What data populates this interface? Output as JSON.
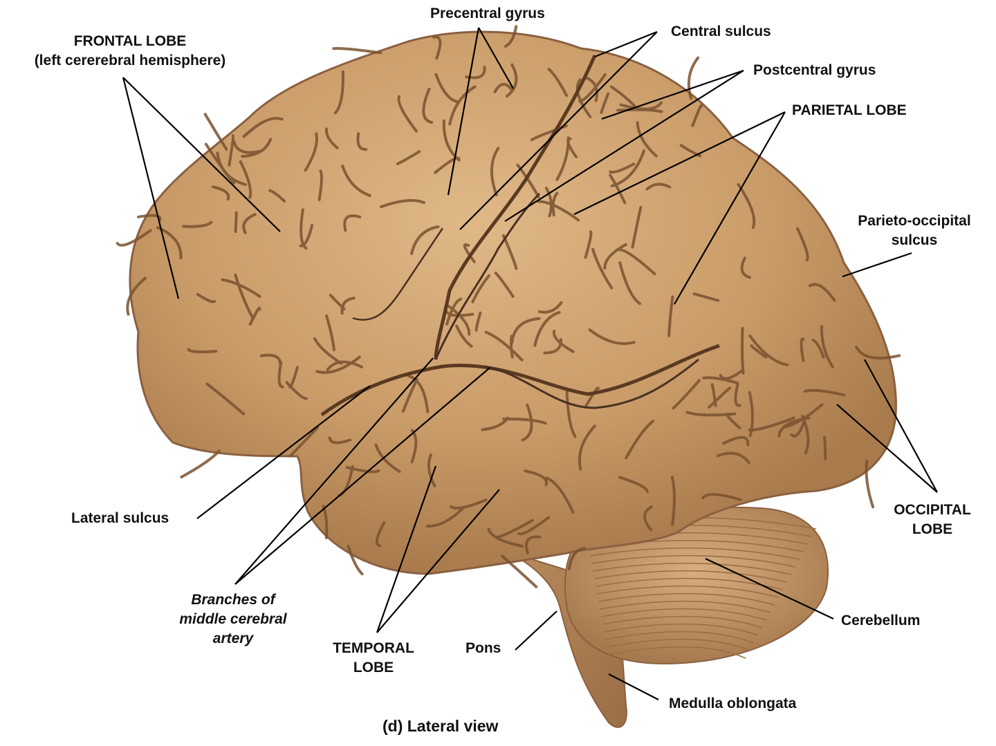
{
  "labels": {
    "precentral_gyrus": "Precentral gyrus",
    "central_sulcus": "Central sulcus",
    "frontal_lobe": "FRONTAL LOBE",
    "frontal_lobe_sub": "(left  cererebral hemisphere)",
    "postcentral_gyrus": "Postcentral gyrus",
    "parietal_lobe": "PARIETAL LOBE",
    "parieto_occipital_1": "Parieto-occipital",
    "parieto_occipital_2": "sulcus",
    "occipital_lobe_1": "OCCIPITAL",
    "occipital_lobe_2": "LOBE",
    "lateral_sulcus": "Lateral sulcus",
    "branches_1": "Branches of",
    "branches_2": "middle cerebral",
    "branches_3": "artery",
    "temporal_lobe_1": "TEMPORAL",
    "temporal_lobe_2": "LOBE",
    "pons": "Pons",
    "cerebellum": "Cerebellum",
    "medulla": "Medulla oblongata"
  },
  "caption": "(d) Lateral view",
  "colors": {
    "tissue": "#c99b68",
    "tissue_light": "#ddb585",
    "sulcus": "#6e4a2a",
    "vessel": "#4a3022",
    "leader": "#000000"
  }
}
